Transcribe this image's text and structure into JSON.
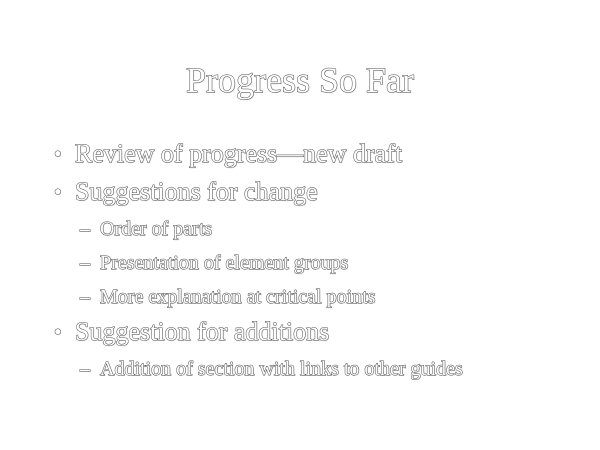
{
  "slide": {
    "title": "Progress So Far",
    "bullet_marker": "•",
    "sub_marker": "–",
    "items": [
      {
        "text": "Review of progress—new draft",
        "subitems": []
      },
      {
        "text": "Suggestions for change",
        "subitems": [
          "Order of parts",
          "Presentation of element groups",
          "More explanation at critical points"
        ]
      },
      {
        "text": "Suggestion for additions",
        "subitems": [
          "Addition of section with links to other guides"
        ]
      }
    ]
  }
}
